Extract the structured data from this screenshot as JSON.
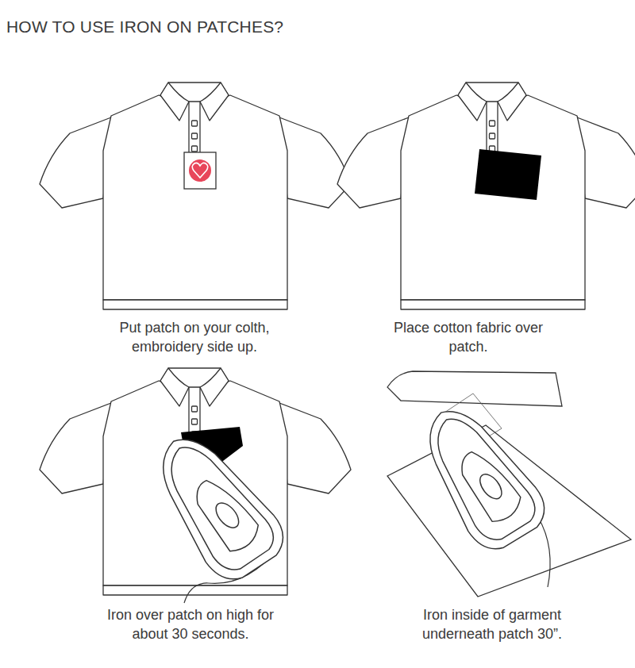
{
  "diagram": {
    "title": "HOW TO USE IRON ON PATCHES?",
    "labels": [
      "Put patch on your colth, embroidery side up.",
      "Place cotton fabric over patch.",
      "Iron over patch on high for about 30 seconds.",
      "Iron inside of garment underneath patch 30”."
    ]
  }
}
